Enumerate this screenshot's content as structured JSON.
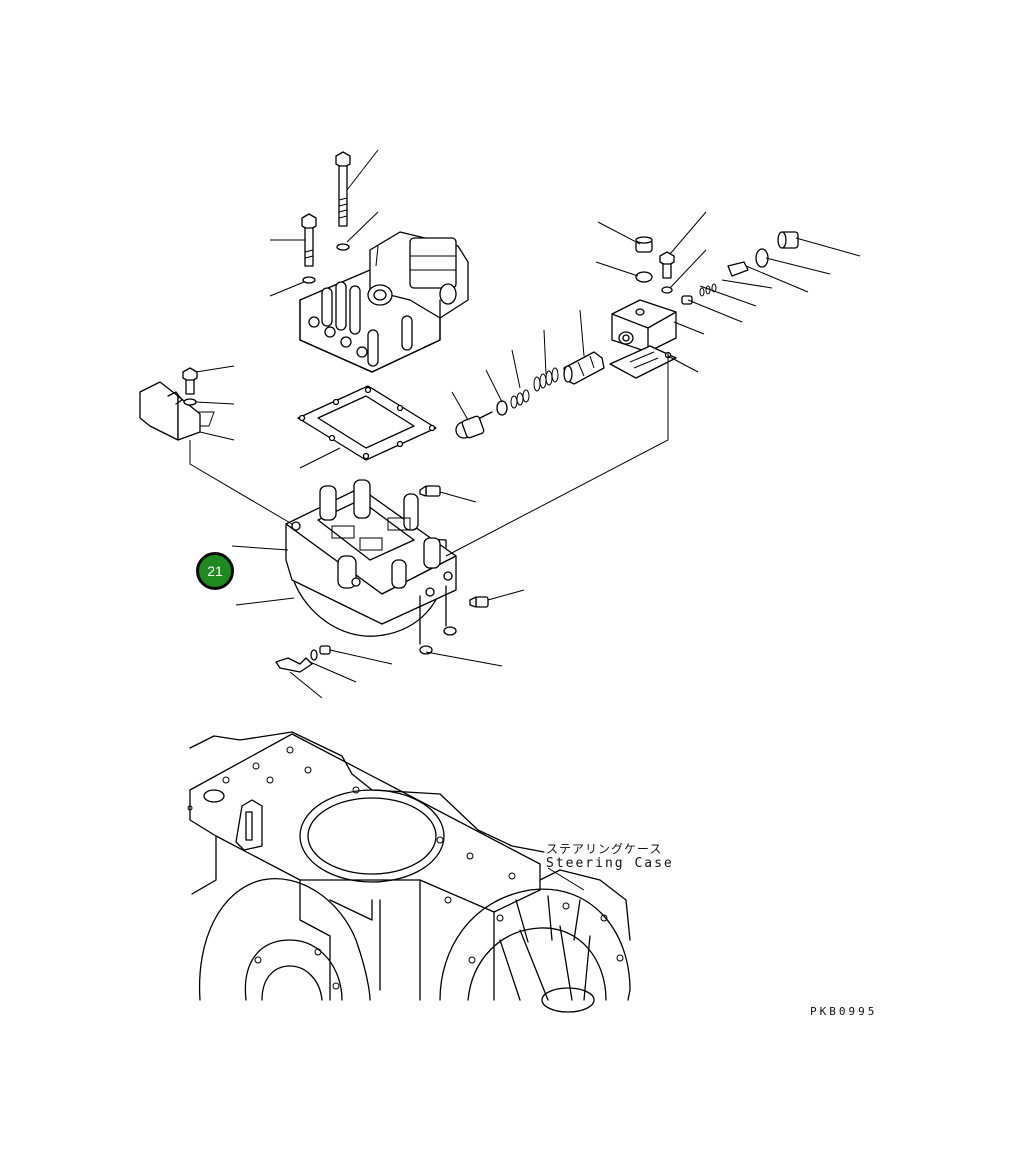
{
  "diagram": {
    "callout_badge": {
      "label": "21",
      "color": "#1f8a1f"
    },
    "location_label_jp": "ステアリングケース",
    "location_label_en": "Steering Case",
    "drawing_code": "PKB0995"
  }
}
